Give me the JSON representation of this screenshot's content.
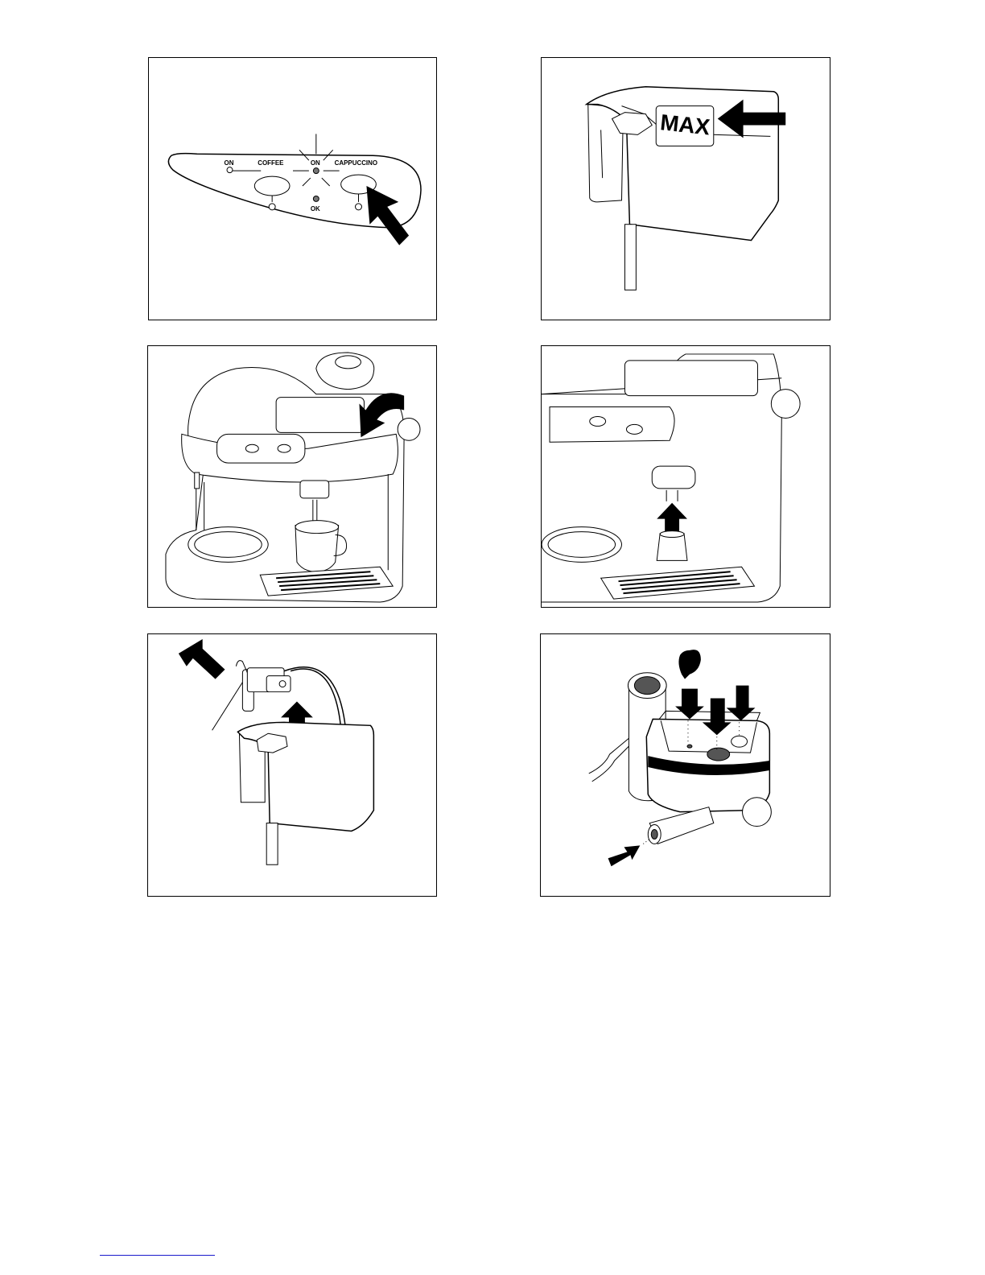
{
  "panels": [
    {
      "id": "panel-control-panel",
      "labels": {
        "on_left": "ON",
        "coffee": "COFFEE",
        "on_center": "ON",
        "cappuccino": "CAPPUCCINO",
        "ok": "OK",
        "power_symbol": "①"
      }
    },
    {
      "id": "panel-milk-container-max",
      "labels": {
        "max": "MAX"
      }
    },
    {
      "id": "panel-dispensing-cappuccino"
    },
    {
      "id": "panel-remove-nozzle"
    },
    {
      "id": "panel-lift-milk-container"
    },
    {
      "id": "panel-clean-parts"
    }
  ]
}
